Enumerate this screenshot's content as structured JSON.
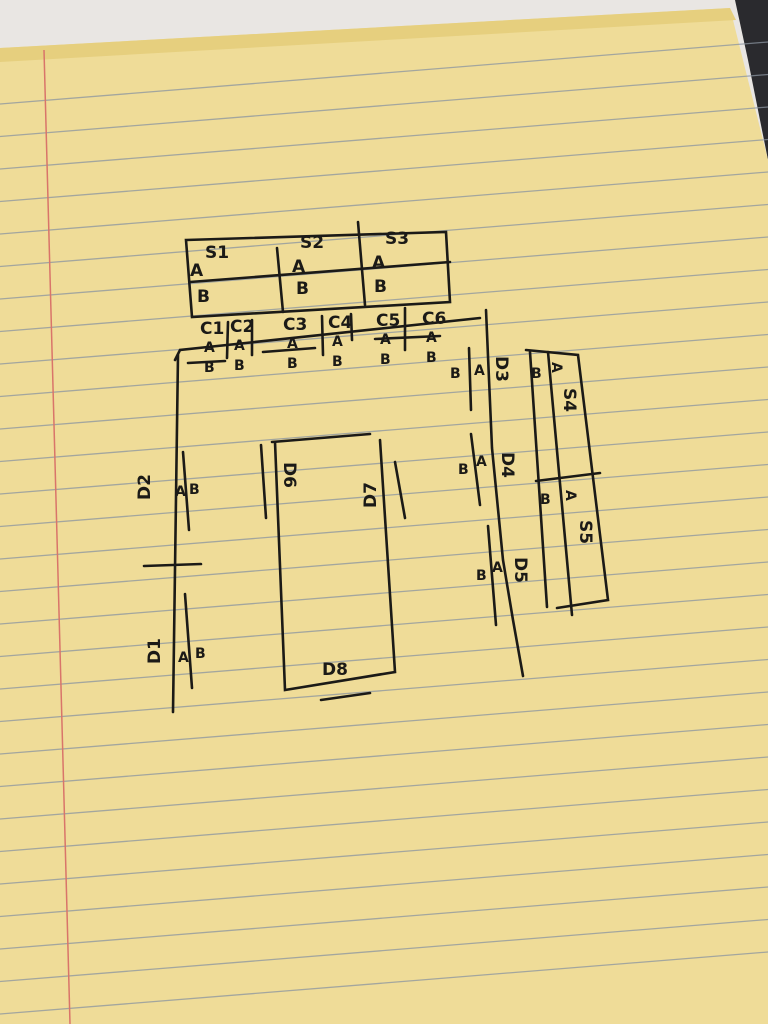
{
  "colors": {
    "paper": "#efdc98",
    "rule": "#8a94a0",
    "margin": "#d9746a",
    "ink": "#1b1a17",
    "background": "#e9e6e3",
    "shadow": "#2a2a2e"
  },
  "top_table": {
    "sections": [
      {
        "label": "S1",
        "row_a": "A",
        "row_b": "B"
      },
      {
        "label": "S2",
        "row_a": "A",
        "row_b": "B"
      },
      {
        "label": "S3",
        "row_a": "A",
        "row_b": "B"
      }
    ]
  },
  "columns": [
    {
      "label": "C1",
      "a": "A",
      "b": "B"
    },
    {
      "label": "C2",
      "a": "A",
      "b": "B"
    },
    {
      "label": "C3",
      "a": "A",
      "b": "B"
    },
    {
      "label": "C4",
      "a": "A",
      "b": "B"
    },
    {
      "label": "C5",
      "a": "A",
      "b": "B"
    },
    {
      "label": "C6",
      "a": "A",
      "b": "B"
    }
  ],
  "left_doors": [
    {
      "label": "D2",
      "a": "A",
      "b": "B"
    },
    {
      "label": "D1",
      "a": "A",
      "b": "B"
    }
  ],
  "right_doors": [
    {
      "label": "D3",
      "a": "A",
      "b": "B"
    },
    {
      "label": "D4",
      "a": "A",
      "b": "B"
    },
    {
      "label": "D5",
      "a": "A",
      "b": "B"
    }
  ],
  "center_box": {
    "d6": "D6",
    "d7": "D7",
    "d8": "D8"
  },
  "right_box": {
    "s4": {
      "label": "S4",
      "a": "A",
      "b": "B"
    },
    "s5": {
      "label": "S5",
      "a": "A",
      "b": "B"
    }
  }
}
